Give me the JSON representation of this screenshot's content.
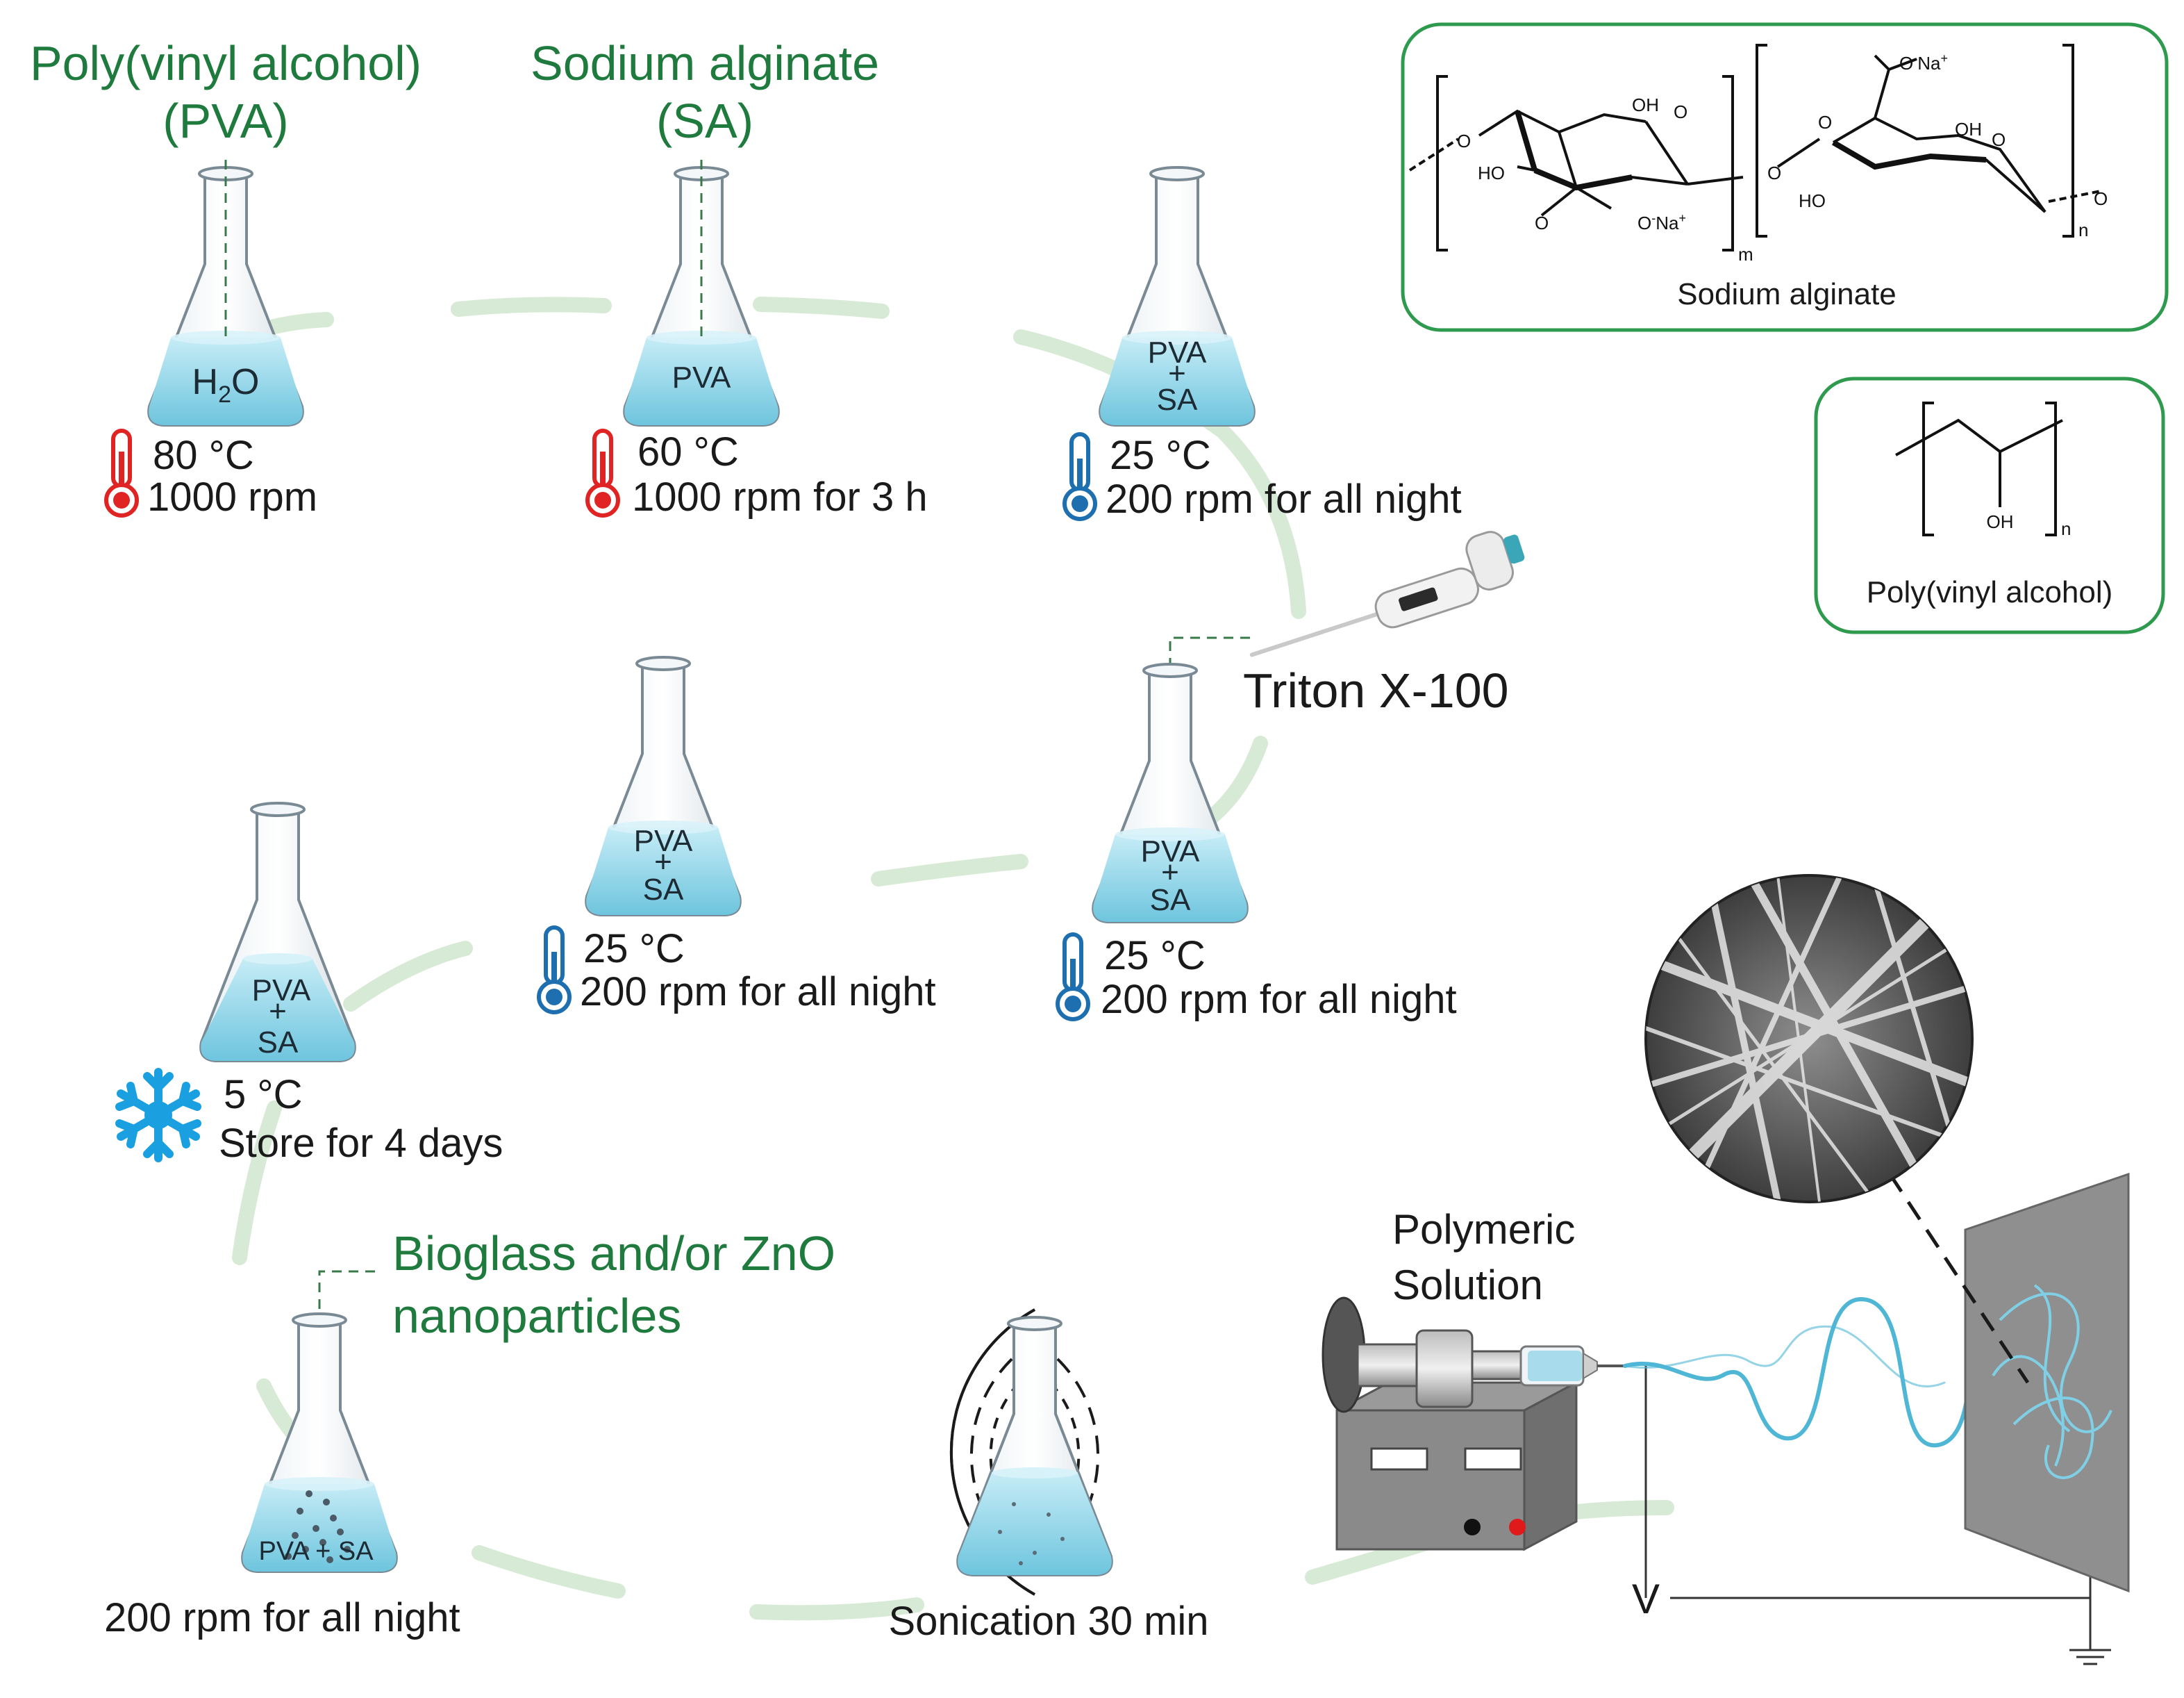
{
  "headers": {
    "pva_name": "Poly(vinyl alcohol)",
    "pva_abbr": "(PVA)",
    "sa_name": "Sodium alginate",
    "sa_abbr": "(SA)",
    "bioglass_line1": "Bioglass and/or ZnO",
    "bioglass_line2": "nanoparticles"
  },
  "flasks": {
    "f1": {
      "label": "H",
      "label_sub": "2",
      "label_end": "O",
      "temp": "80 °C",
      "cond": "1000 rpm"
    },
    "f2": {
      "label": "PVA",
      "temp": "60 °C",
      "cond": "1000 rpm for 3 h"
    },
    "f3": {
      "label_top": "PVA",
      "plus": "+",
      "label_bot": "SA",
      "temp": "25 °C",
      "cond": "200 rpm for all night"
    },
    "f4": {
      "label_top": "PVA",
      "plus": "+",
      "label_bot": "SA",
      "temp": "25 °C",
      "cond": "200 rpm for all night"
    },
    "f5": {
      "label_top": "PVA",
      "plus": "+",
      "label_bot": "SA",
      "temp": "25 °C",
      "cond": "200 rpm for all night"
    },
    "f6": {
      "label_top": "PVA",
      "plus": "+",
      "label_bot": "SA",
      "temp": "5 °C",
      "cond": "Store for 4 days"
    },
    "f7": {
      "label": "PVA + SA",
      "cond": "200 rpm for all night"
    },
    "f8": {
      "cond": "Sonication 30 min"
    }
  },
  "triton": "Triton X-100",
  "electrospinning": {
    "line1": "Polymeric",
    "line2": "Solution",
    "voltage": "V"
  },
  "structures": {
    "sa_caption": "Sodium alginate",
    "pva_caption": "Poly(vinyl alcohol)",
    "atoms": {
      "o": "O",
      "oh": "OH",
      "ho": "HO",
      "ona": "O",
      "na": "Na",
      "plus": "+",
      "minus": "-",
      "m": "m",
      "n": "n"
    }
  },
  "icons": [
    "thermometer-hot-icon",
    "thermometer-cold-icon",
    "snowflake-icon",
    "pipette-icon",
    "syringe-pump-icon",
    "ground-icon"
  ],
  "colors": {
    "green_text": "#1f7a3d",
    "flow_path": "#d7ead5",
    "liquid": "#8fd3e6",
    "hot": "#e02424",
    "cold": "#1e6fb0",
    "snow": "#1aa0e0",
    "fiber": "#4fb6d6",
    "box_border": "#2e9a4e"
  }
}
